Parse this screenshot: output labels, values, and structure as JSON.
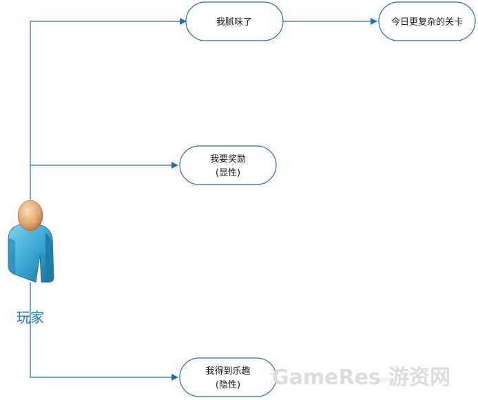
{
  "actor": {
    "label": "玩家"
  },
  "nodes": {
    "bored": {
      "line1": "我腻味了"
    },
    "harder": {
      "line1": "今日更复杂的关卡"
    },
    "reward": {
      "line1": "我要奖励",
      "line2": "(显性)"
    },
    "fun": {
      "line1": "我得到乐趣",
      "line2": "(隐性)"
    }
  },
  "watermark": {
    "brand": "GameRes",
    "small": "游资网",
    "cn": "游资网"
  },
  "colors": {
    "line": "#1a73a8",
    "node_border": "#2b6f9a",
    "actor_text": "#1c7fb5"
  }
}
